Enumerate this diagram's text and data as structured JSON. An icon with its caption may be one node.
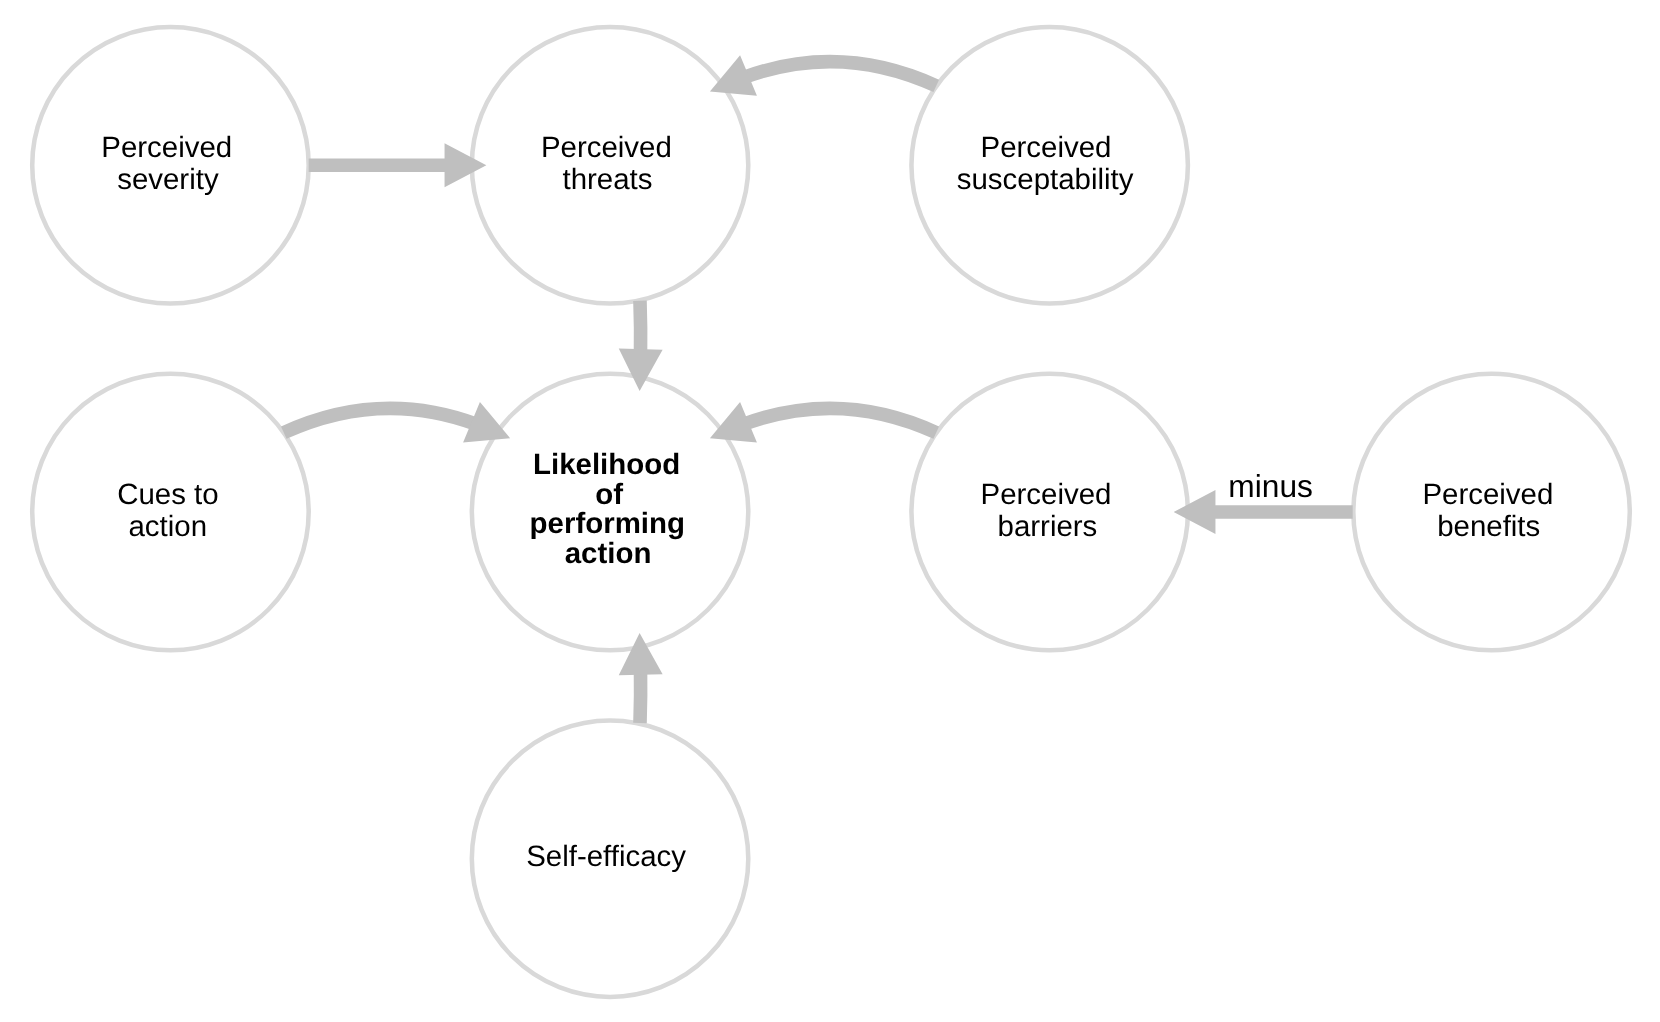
{
  "diagram": {
    "nodes": [
      {
        "text": [
          "Perceived severity"
        ]
      },
      {
        "text": [
          "Perceived threats"
        ]
      },
      {
        "text": [
          "Perceived susceptability"
        ]
      },
      {
        "text": [
          "Likelihood of performing action"
        ]
      },
      {
        "text": [
          "Perceived barriers"
        ]
      },
      {
        "text": [
          "Perceived benefits"
        ]
      },
      {
        "text": [
          "Cues to action"
        ]
      },
      {
        "text": [
          "Self-efficacy"
        ]
      }
    ],
    "edges": [
      {
        "from": 0,
        "to": 1,
        "arrow": "to"
      },
      {
        "from": 2,
        "to": 1,
        "arrow": "to"
      },
      {
        "from": 1,
        "to": 3,
        "arrow": "to"
      },
      {
        "from": 4,
        "to": 3,
        "arrow": "to"
      },
      {
        "from": 5,
        "to": 4,
        "arrow": "to",
        "label": "minus"
      },
      {
        "from": 6,
        "to": 3,
        "arrow": "to"
      },
      {
        "from": 7,
        "to": 3,
        "arrow": "to"
      }
    ]
  }
}
